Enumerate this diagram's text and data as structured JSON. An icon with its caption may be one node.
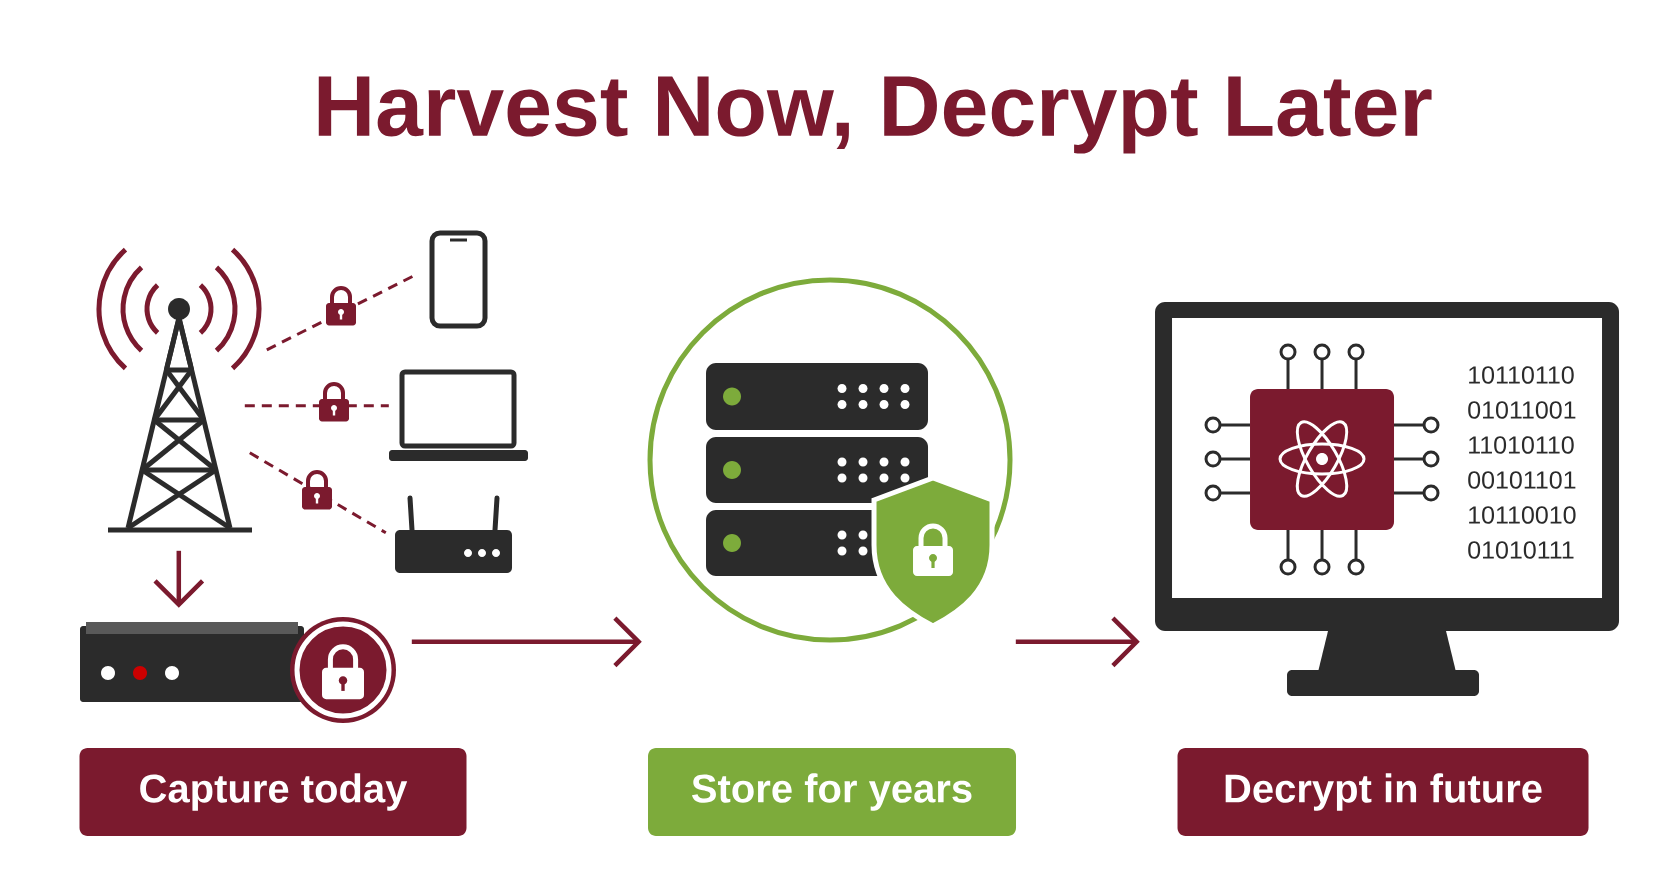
{
  "diagram": {
    "title": "Harvest Now, Decrypt Later",
    "nodes": [
      {
        "text": [],
        "shape": "tower"
      },
      {
        "text": [],
        "shape": "phone"
      },
      {
        "text": [],
        "shape": "laptop"
      },
      {
        "text": [],
        "shape": "router"
      },
      {
        "text": [],
        "shape": "box"
      },
      {
        "text": [],
        "shape": "circle"
      },
      {
        "text": [],
        "shape": "monitor"
      },
      {
        "text": [
          "Capture today"
        ]
      },
      {
        "text": [
          "Store for years"
        ]
      },
      {
        "text": [
          "Decrypt in future"
        ]
      }
    ],
    "edges": [
      {
        "from": 0,
        "to": 1,
        "arrow": "none",
        "style": "dashed"
      },
      {
        "from": 0,
        "to": 2,
        "arrow": "none",
        "style": "dashed"
      },
      {
        "from": 0,
        "to": 3,
        "arrow": "none",
        "style": "dashed"
      },
      {
        "from": 0,
        "to": 4,
        "arrow": "to"
      },
      {
        "from": 4,
        "to": 5,
        "arrow": "to"
      },
      {
        "from": 5,
        "to": 6,
        "arrow": "to"
      }
    ],
    "labels": [
      "10110110",
      "01011001",
      "11010110",
      "00101101",
      "10110010",
      "01010111"
    ]
  }
}
